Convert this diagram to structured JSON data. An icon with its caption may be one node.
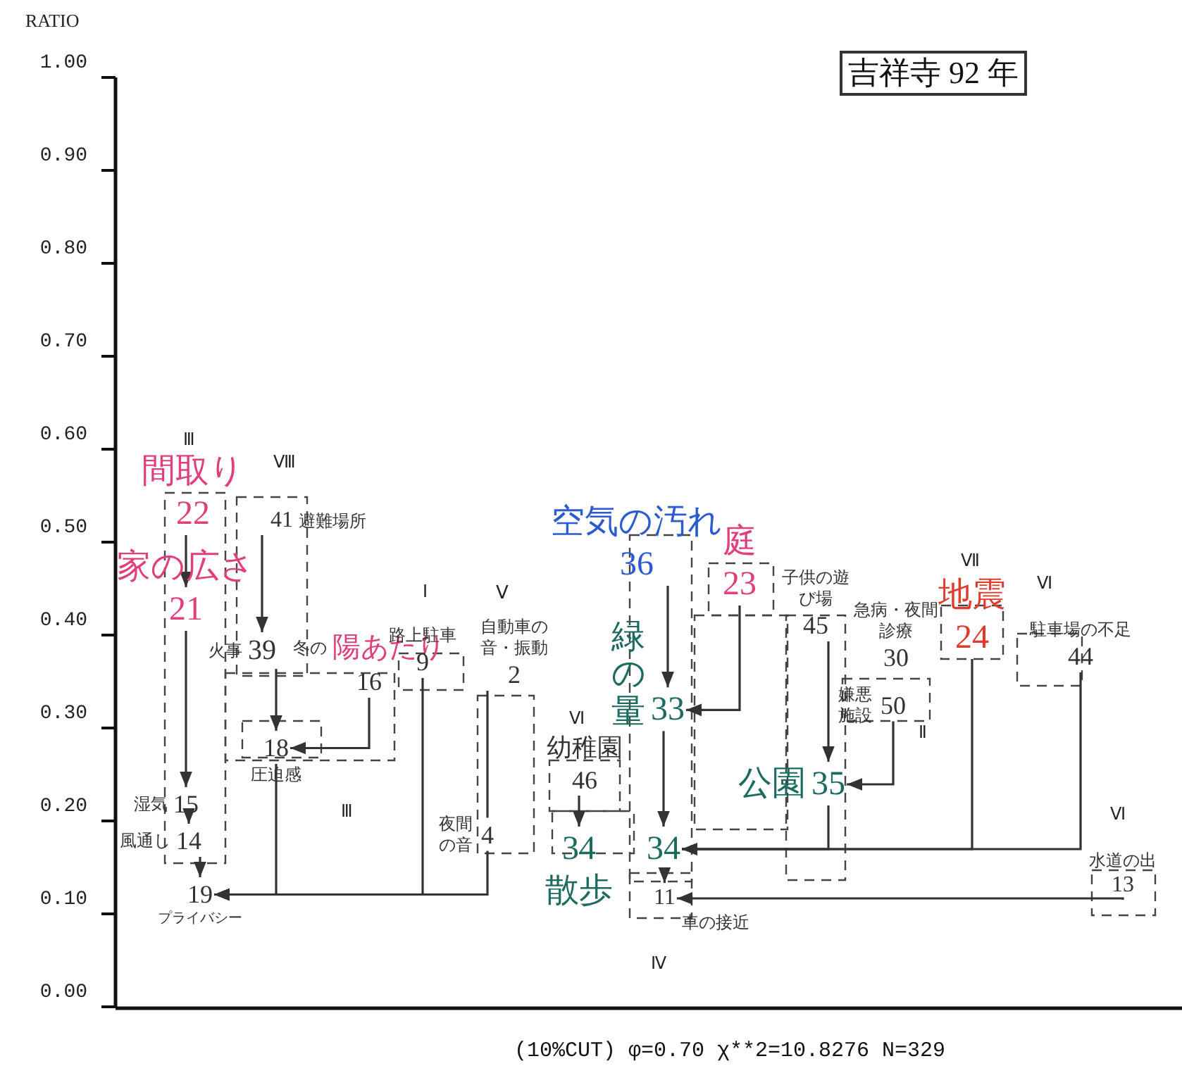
{
  "diagram": {
    "title": "吉祥寺 92 年",
    "caption": "(10%CUT) φ=0.70 χ**2=10.8276 N=329",
    "nodes": [
      {
        "text": [
          "間取り",
          "22"
        ]
      },
      {
        "text": [
          "家の広さ",
          "21"
        ]
      },
      {
        "text": [
          "41",
          "避難場所"
        ]
      },
      {
        "text": [
          "火事",
          "39"
        ]
      },
      {
        "text": [
          "冬の",
          "陽あたり",
          "16"
        ]
      },
      {
        "text": [
          "路上駐車",
          "9"
        ]
      },
      {
        "text": [
          "自動車の音・振動",
          "2"
        ]
      },
      {
        "text": [
          "18",
          "圧迫感"
        ]
      },
      {
        "text": [
          "湿気",
          "15"
        ]
      },
      {
        "text": [
          "風通し",
          "14"
        ]
      },
      {
        "text": [
          "19",
          "プライバシー"
        ]
      },
      {
        "text": [
          "夜間の音",
          "4"
        ]
      },
      {
        "text": [
          "幼稚園",
          "46"
        ]
      },
      {
        "text": [
          "空気の汚れ",
          "36"
        ]
      },
      {
        "text": [
          "緑の量",
          "33"
        ]
      },
      {
        "text": [
          "庭",
          "23"
        ]
      },
      {
        "text": [
          "子供の遊び場",
          "45"
        ]
      },
      {
        "text": [
          "急病・夜間診療",
          "30"
        ]
      },
      {
        "text": [
          "嫌悪施設",
          "50"
        ]
      },
      {
        "text": [
          "公園",
          "35"
        ]
      },
      {
        "text": [
          "34",
          "散歩"
        ]
      },
      {
        "text": [
          "34"
        ]
      },
      {
        "text": [
          "11",
          "車の接近"
        ]
      },
      {
        "text": [
          "地震",
          "24"
        ]
      },
      {
        "text": [
          "駐車場の不足",
          "44"
        ]
      },
      {
        "text": [
          "水道の出",
          "13"
        ]
      }
    ],
    "edges": [
      {
        "from": 0,
        "to": 1,
        "arrow": "to"
      },
      {
        "from": 1,
        "to": 8,
        "arrow": "to"
      },
      {
        "from": 8,
        "to": 9,
        "arrow": "to"
      },
      {
        "from": 9,
        "to": 10,
        "arrow": "to"
      },
      {
        "from": 2,
        "to": 3,
        "arrow": "to"
      },
      {
        "from": 3,
        "to": 7,
        "arrow": "to"
      },
      {
        "from": 4,
        "to": 7,
        "arrow": "to"
      },
      {
        "from": 7,
        "to": 10,
        "arrow": "to"
      },
      {
        "from": 5,
        "to": 10,
        "arrow": "to"
      },
      {
        "from": 11,
        "to": 10,
        "arrow": "to"
      },
      {
        "from": 6,
        "to": 11,
        "arrow": "none"
      },
      {
        "from": 12,
        "to": 20,
        "arrow": "to"
      },
      {
        "from": 13,
        "to": 14,
        "arrow": "to"
      },
      {
        "from": 15,
        "to": 14,
        "arrow": "to"
      },
      {
        "from": 14,
        "to": 21,
        "arrow": "to"
      },
      {
        "from": 16,
        "to": 19,
        "arrow": "to"
      },
      {
        "from": 18,
        "to": 19,
        "arrow": "to"
      },
      {
        "from": 19,
        "to": 21,
        "arrow": "to"
      },
      {
        "from": 23,
        "to": 21,
        "arrow": "to"
      },
      {
        "from": 24,
        "to": 21,
        "arrow": "to"
      },
      {
        "from": 21,
        "to": 22,
        "arrow": "to"
      },
      {
        "from": 25,
        "to": 22,
        "arrow": "to"
      }
    ],
    "labels": [
      "RATIO",
      "1.00",
      "0.90",
      "0.80",
      "0.70",
      "0.60",
      "0.50",
      "0.40",
      "0.30",
      "0.20",
      "0.10",
      "0.00",
      "Ⅲ",
      "Ⅷ",
      "Ⅰ",
      "Ⅴ",
      "Ⅲ",
      "Ⅵ",
      "Ⅶ",
      "Ⅵ",
      "Ⅱ",
      "Ⅵ",
      "Ⅳ"
    ]
  }
}
